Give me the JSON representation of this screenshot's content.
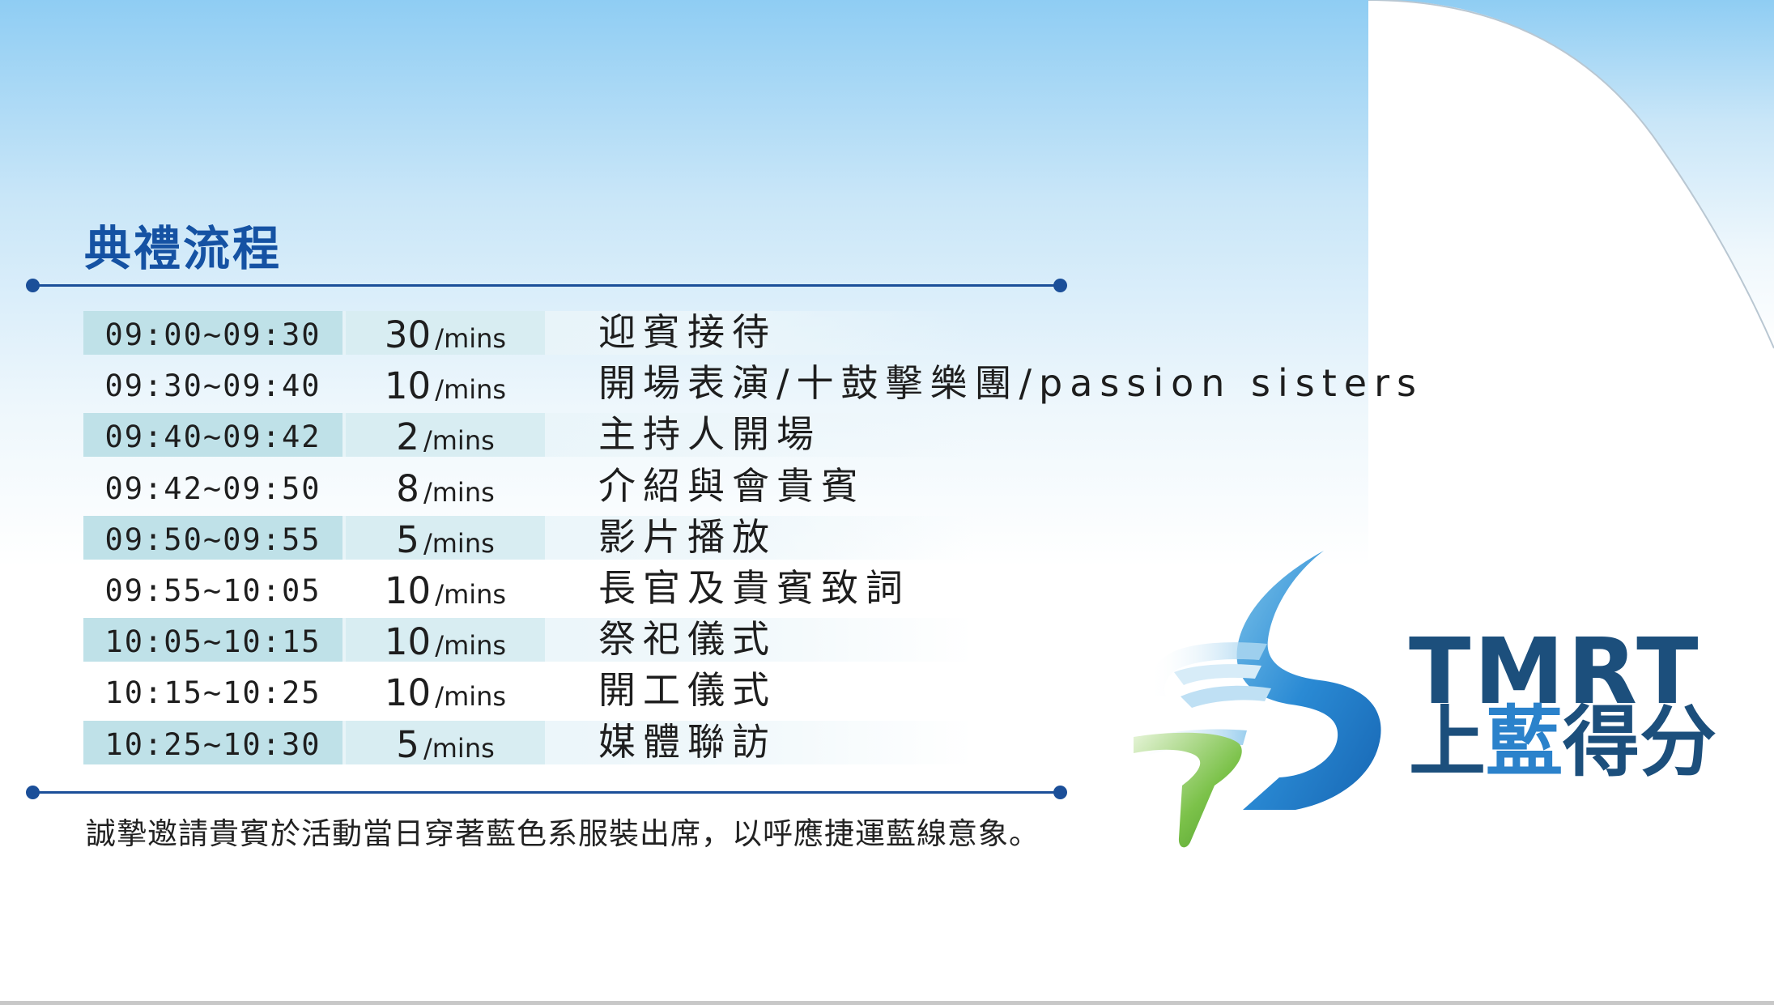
{
  "title": "典禮流程",
  "schedule": [
    {
      "time": "09:00~09:30",
      "duration": "30",
      "unit": "/mins",
      "item": "迎賓接待"
    },
    {
      "time": "09:30~09:40",
      "duration": "10",
      "unit": "/mins",
      "item": "開場表演/十鼓擊樂團/passion sisters"
    },
    {
      "time": "09:40~09:42",
      "duration": "2",
      "unit": "/mins",
      "item": "主持人開場"
    },
    {
      "time": "09:42~09:50",
      "duration": "8",
      "unit": "/mins",
      "item": "介紹與會貴賓"
    },
    {
      "time": "09:50~09:55",
      "duration": "5",
      "unit": "/mins",
      "item": "影片播放"
    },
    {
      "time": "09:55~10:05",
      "duration": "10",
      "unit": "/mins",
      "item": "長官及貴賓致詞"
    },
    {
      "time": "10:05~10:15",
      "duration": "10",
      "unit": "/mins",
      "item": "祭祀儀式"
    },
    {
      "time": "10:15~10:25",
      "duration": "10",
      "unit": "/mins",
      "item": "開工儀式"
    },
    {
      "time": "10:25~10:30",
      "duration": "5",
      "unit": "/mins",
      "item": "媒體聯訪"
    }
  ],
  "note": "誠摯邀請貴賓於活動當日穿著藍色系服裝出席，以呼應捷運藍線意象。",
  "logo": {
    "line1": "TMRT",
    "line2_a": "上",
    "line2_b": "藍",
    "line2_c": "得分"
  },
  "colors": {
    "title": "#1552a3",
    "rule": "#1b4f99",
    "logo_dark": "#1c4f7c",
    "logo_accent": "#2b82cb",
    "logo_green": "#6cba3c"
  }
}
